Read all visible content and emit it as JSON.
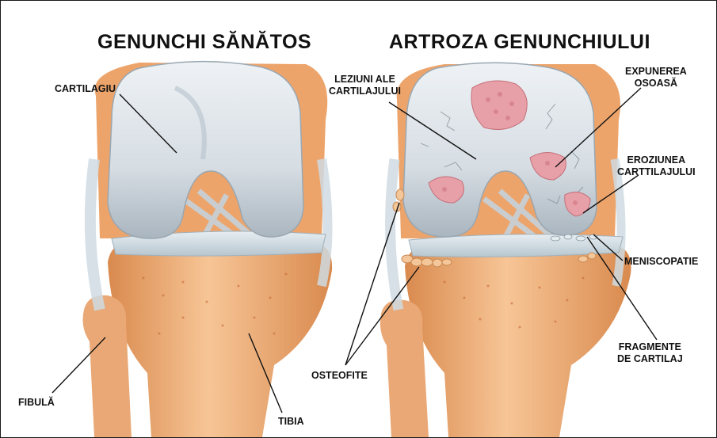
{
  "titles": {
    "healthy": "GENUNCHI SĂNĂTOS",
    "arthrosis": "ARTROZA GENUNCHIULUI"
  },
  "labels": {
    "cartilage": "CARTILAGIU",
    "fibula": "FIBULĂ",
    "tibia": "TIBIA",
    "cartilage_lesions": "LEZIUNI  ALE\nCARTILAJULUI",
    "bone_exposure": "EXPUNEREA\nOSOASĂ",
    "cartilage_erosion": "EROZIUNEA\nCARTTILAJULUI",
    "meniscopathy": "MENISCOPATIE",
    "cartilage_fragments": "FRAGMENTE\nDE CARTILAJ",
    "osteophytes": "OSTEOFITE"
  },
  "colors": {
    "bone": "#f2b27a",
    "bone_shadow": "#d98a4e",
    "cartilage": "#d6dde3",
    "cartilage_shadow": "#a9b5bf",
    "lesion": "#e8a0a8",
    "ligament": "#cfdbe2",
    "pointer": "#111111"
  }
}
